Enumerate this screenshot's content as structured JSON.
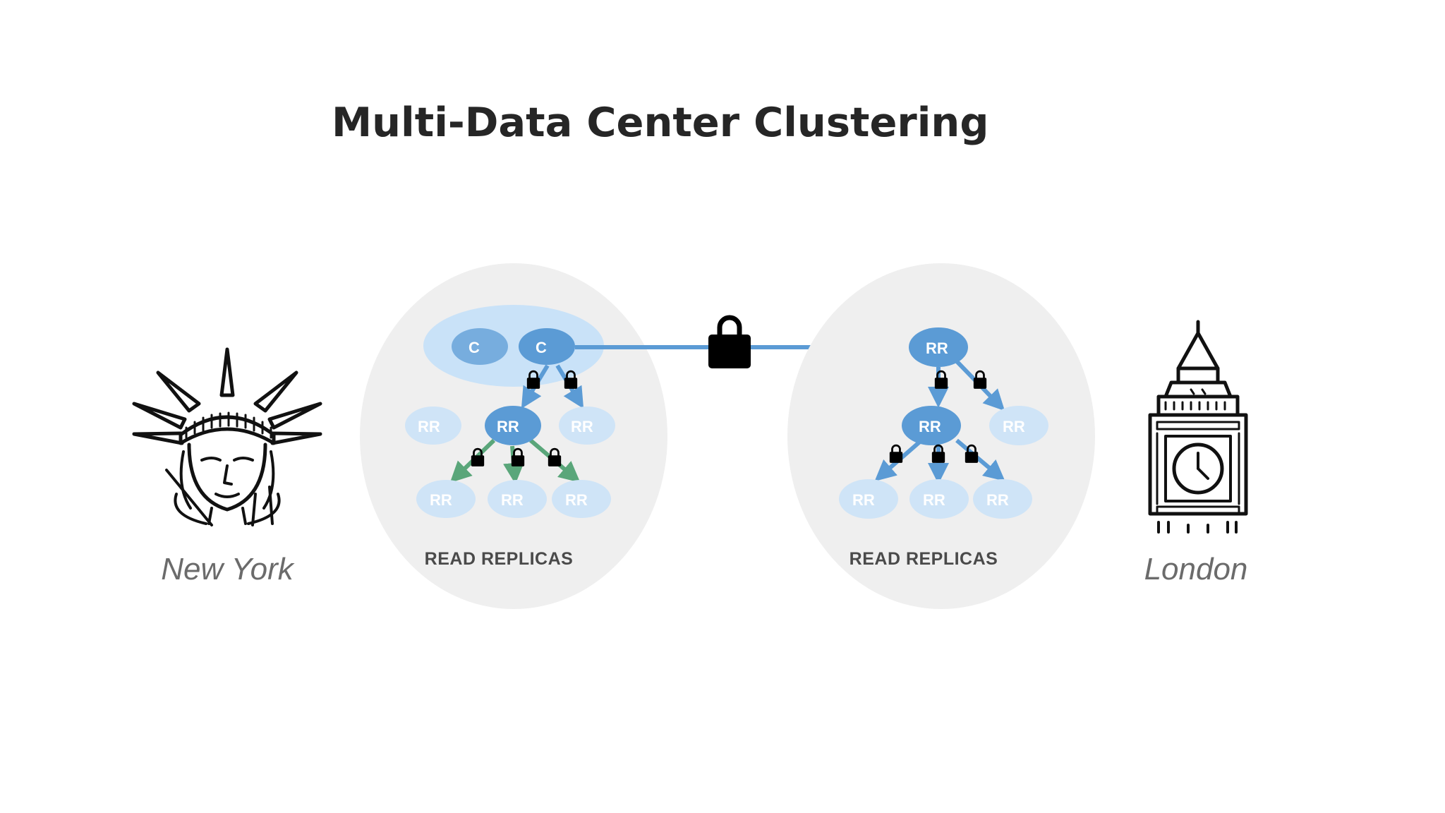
{
  "slide": {
    "title": "Multi-Data Center Clustering"
  },
  "cities": {
    "left": {
      "label": "New York",
      "icon": "statue-of-liberty-icon"
    },
    "right": {
      "label": "London",
      "icon": "big-ben-icon"
    }
  },
  "clusters": {
    "left": {
      "caption": "READ REPLICAS",
      "core_label": "C",
      "replica_label": "RR"
    },
    "right": {
      "caption": "READ REPLICAS",
      "replica_label": "RR"
    }
  },
  "link": {
    "icon": "padlock-icon"
  },
  "colors": {
    "title": "#262626",
    "cluster_bg": "#efefef",
    "core_group": "#c9e2f8",
    "node_primary": "#5b9bd5",
    "node_light": "#cfe4f7",
    "arrow_blue": "#5b9bd5",
    "arrow_green": "#5aa67a",
    "lock": "#000000",
    "city_label": "#6b6b6b"
  }
}
